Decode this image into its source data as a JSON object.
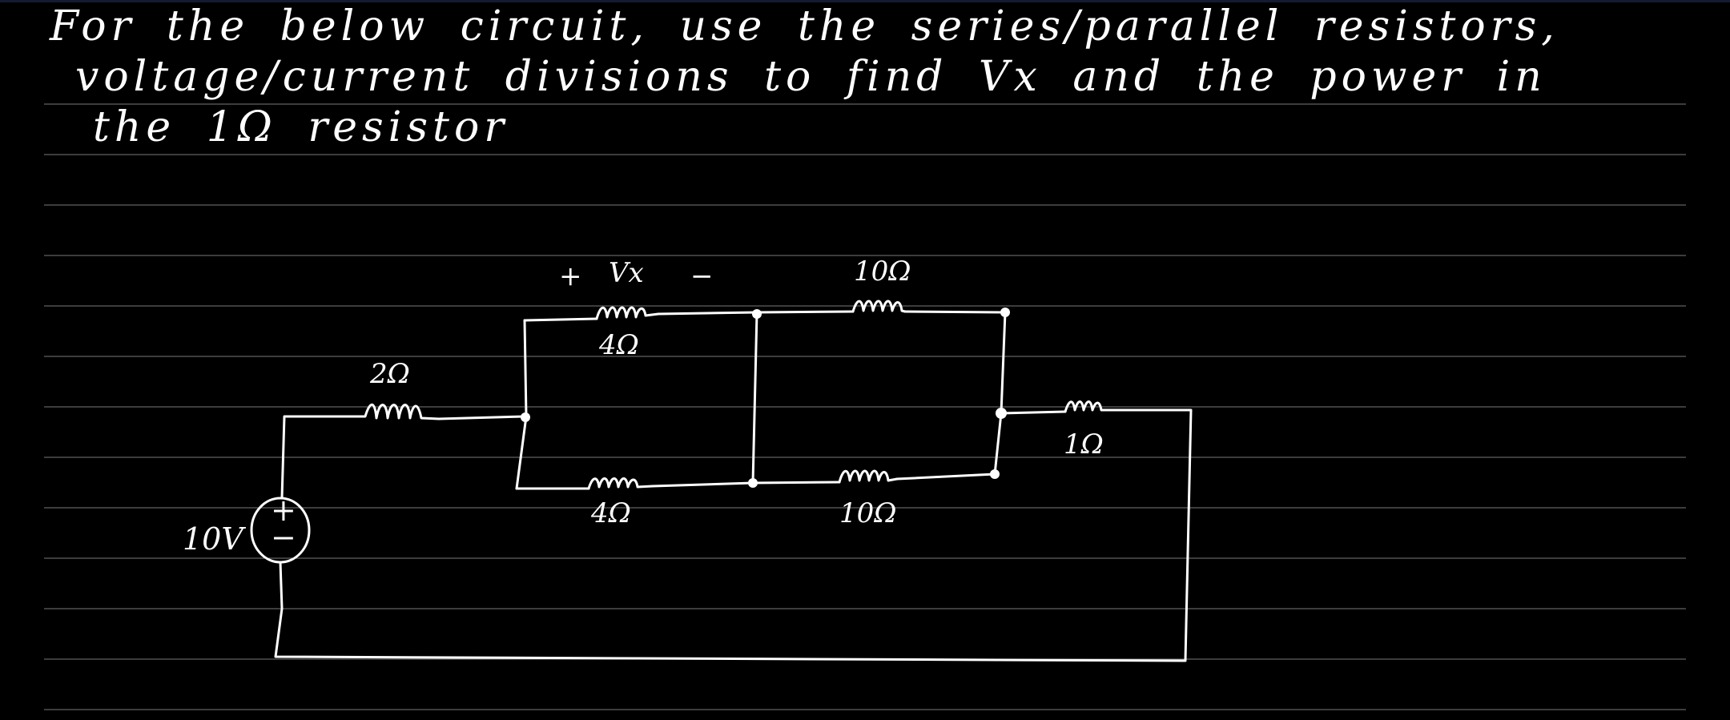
{
  "problem": {
    "line1": "For the below circuit, use the series/parallel resistors,",
    "line2": "voltage/current divisions to find Vx and the power in",
    "line3": "the 1Ω resistor"
  },
  "circuit": {
    "source": {
      "value": "10V",
      "plus": "+",
      "minus": "−"
    },
    "r_series": {
      "value": "2Ω"
    },
    "r_top_left": {
      "value": "4Ω"
    },
    "r_bottom_left": {
      "value": "4Ω"
    },
    "r_top_right": {
      "value": "10Ω"
    },
    "r_bottom_right": {
      "value": "10Ω"
    },
    "r_load": {
      "value": "1Ω"
    },
    "vx": {
      "plus": "+",
      "label": "Vx",
      "minus": "−"
    }
  },
  "colors": {
    "background": "#000000",
    "ink": "#ffffff",
    "rule_lines": "#7a7a7a"
  }
}
